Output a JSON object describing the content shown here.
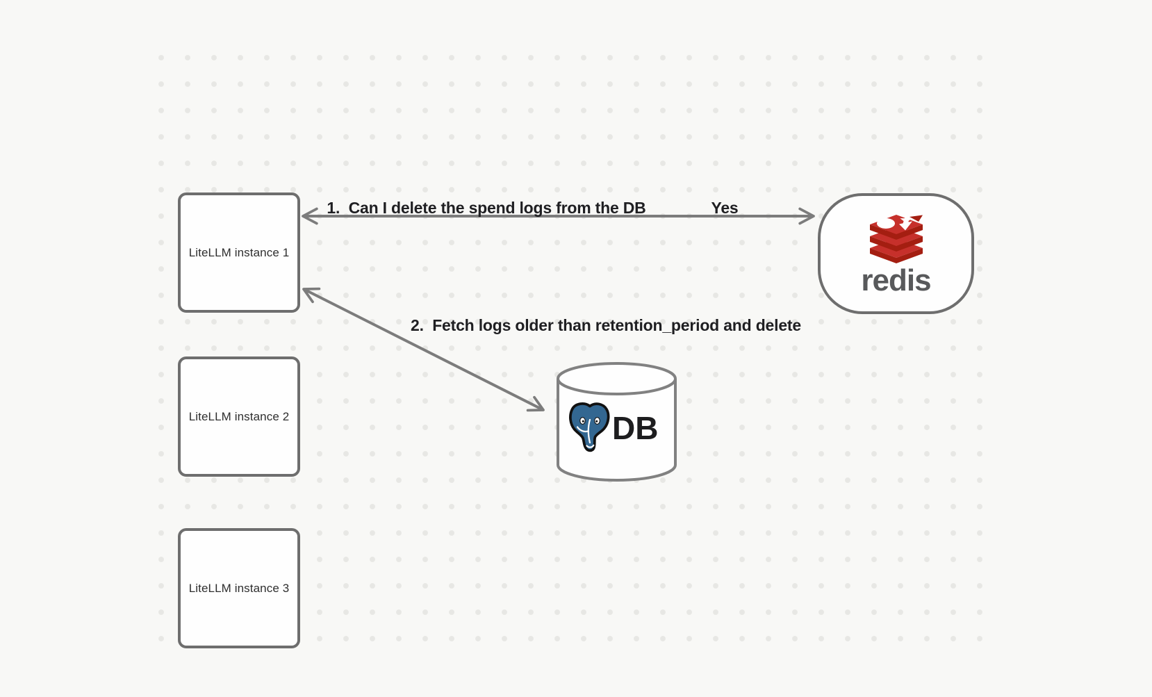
{
  "canvas": {
    "background": "#f8f8f6",
    "dot_color": "#e7e7e4"
  },
  "nodes": {
    "instance1": {
      "label": "LiteLLM instance 1"
    },
    "instance2": {
      "label": "LiteLLM instance 2"
    },
    "instance3": {
      "label": "LiteLLM instance 3"
    },
    "redis": {
      "label": "redis",
      "icon": "redis-logo-icon",
      "brand_red": "#c6302b",
      "brand_red_dark": "#a41e11",
      "wordmark_color": "#58595b"
    },
    "db": {
      "label": "DB",
      "icon": "postgres-elephant-icon",
      "elephant_blue": "#336791"
    }
  },
  "edges": {
    "edge1": {
      "label": "1.  Can I delete the spend logs from the DB",
      "response": "Yes"
    },
    "edge2": {
      "label": "2.  Fetch logs older than retention_period and delete"
    }
  },
  "colors": {
    "arrow_stroke": "#7c7c7c",
    "node_border": "#6e6e6e",
    "cylinder_stroke": "#818181",
    "edge_label_text": "#1f1f22",
    "node_label_text": "#2e2e2e"
  }
}
